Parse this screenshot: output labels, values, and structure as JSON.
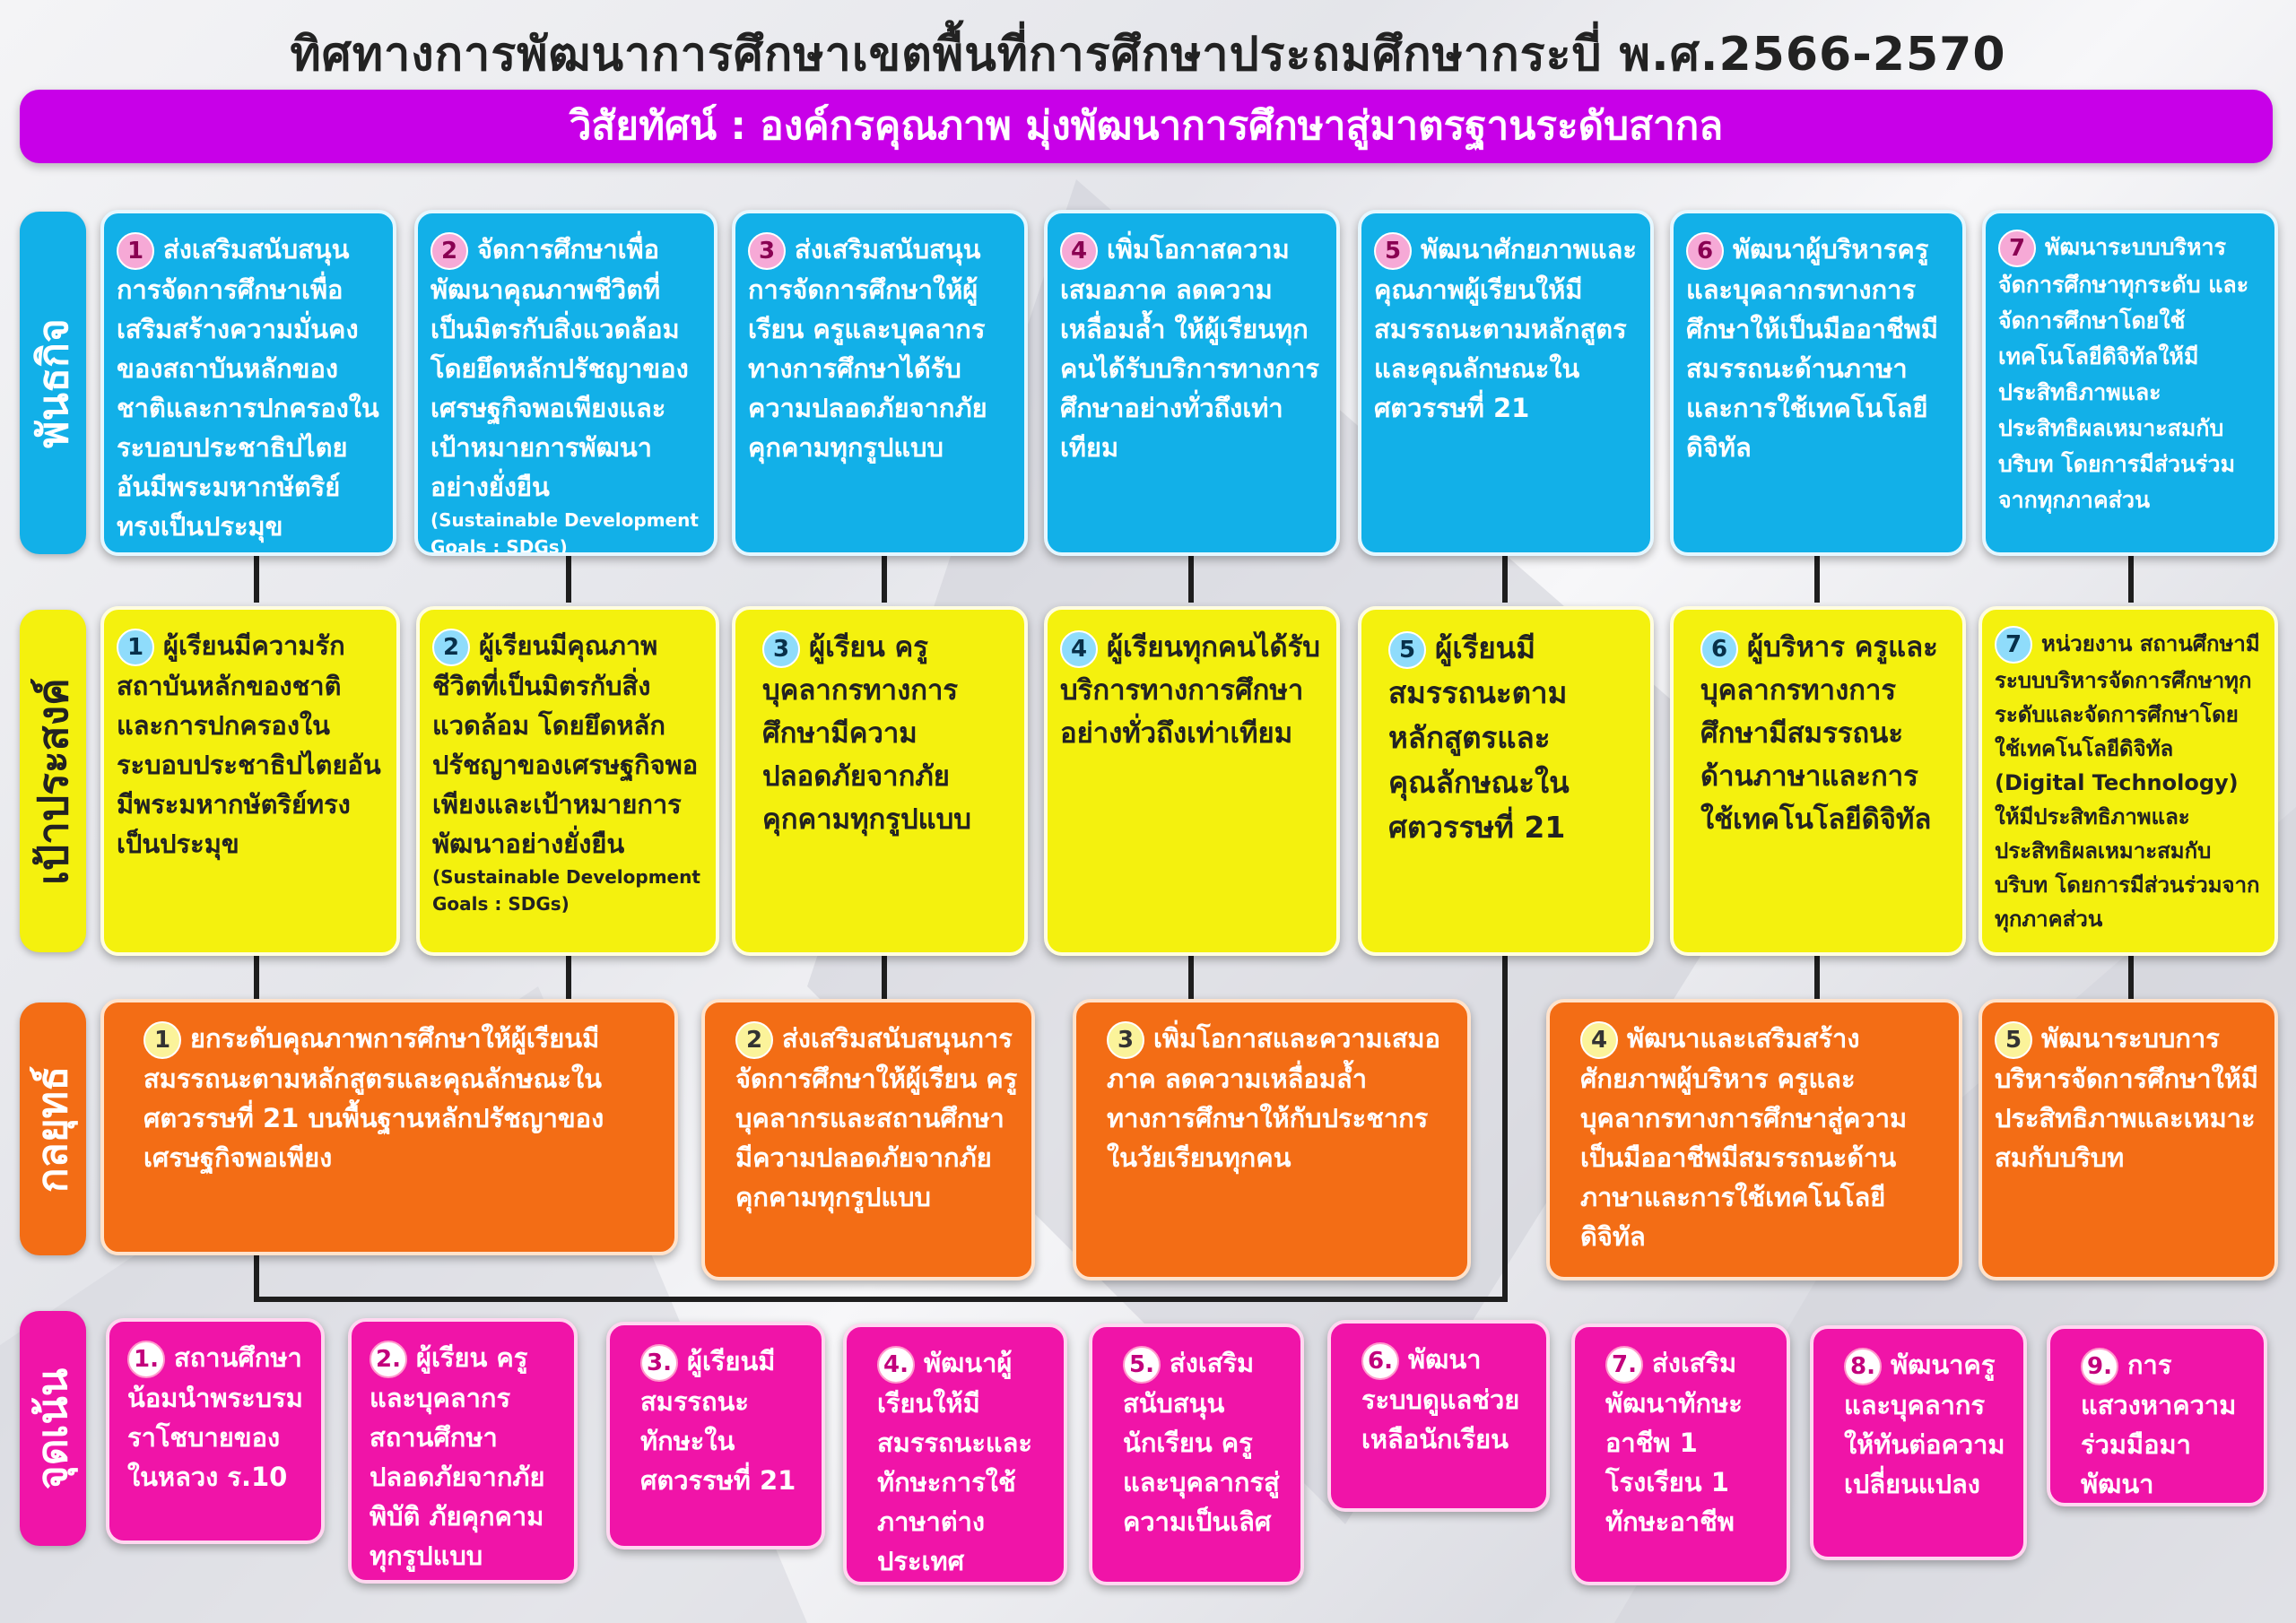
{
  "title": "ทิศทางการพัฒนาการศึกษาเขตพื้นที่การศึกษาประถมศึกษากระบี่ พ.ศ.2566-2570",
  "vision": "วิสัยทัศน์ :  องค์กรคุณภาพ มุ่งพัฒนาการศึกษาสู่มาตรฐานระดับสากล",
  "rows": {
    "mission": "พันธกิจ",
    "goal": "เป้าประสงค์",
    "strategy": "กลยุทธ์",
    "focus": "จุดเน้น"
  },
  "missions": [
    {
      "num": "1",
      "text": "ส่งเสริมสนับสนุนการจัดการศึกษาเพื่อเสริมสร้างความมั่นคงของสถาบันหลักของชาติและการปกครองในระบอบประชาธิปไตยอันมีพระมหากษัตริย์ทรงเป็นประมุข"
    },
    {
      "num": "2",
      "text": "จัดการศึกษาเพื่อพัฒนาคุณภาพชีวิตที่เป็นมิตรกับสิ่งแวดล้อมโดยยึดหลักปรัชญาของเศรษฐกิจพอเพียงและเป้าหมายการพัฒนาอย่างยั่งยืน",
      "note": "(Sustainable Development Goals : SDGs)"
    },
    {
      "num": "3",
      "text": "ส่งเสริมสนับสนุนการจัดการศึกษาให้ผู้เรียน ครูและบุคลากรทางการศึกษาได้รับความปลอดภัยจากภัยคุกคามทุกรูปแบบ"
    },
    {
      "num": "4",
      "text": "เพิ่มโอกาสความเสมอภาค ลดความเหลื่อมล้ำ ให้ผู้เรียนทุกคนได้รับบริการทางการศึกษาอย่างทั่วถึงเท่าเทียม"
    },
    {
      "num": "5",
      "text": "พัฒนาศักยภาพและคุณภาพผู้เรียนให้มีสมรรถนะตามหลักสูตรและคุณลักษณะในศตวรรษที่ 21"
    },
    {
      "num": "6",
      "text": "พัฒนาผู้บริหารครูและบุคลากรทางการศึกษาให้เป็นมืออาชีพมีสมรรถนะด้านภาษาและการใช้เทคโนโลยีดิจิทัล"
    },
    {
      "num": "7",
      "text": "พัฒนาระบบบริหารจัดการศึกษาทุกระดับ และจัดการศึกษาโดยใช้เทคโนโลยีดิจิทัลให้มีประสิทธิภาพและประสิทธิผลเหมาะสมกับบริบท โดยการมีส่วนร่วมจากทุกภาคส่วน"
    }
  ],
  "goals": [
    {
      "num": "1",
      "text": "ผู้เรียนมีความรักสถาบันหลักของชาติและการปกครองในระบอบประชาธิปไตยอันมีพระมหากษัตริย์ทรงเป็นประมุข"
    },
    {
      "num": "2",
      "text": "ผู้เรียนมีคุณภาพชีวิตที่เป็นมิตรกับสิ่งแวดล้อม โดยยึดหลักปรัชญาของเศรษฐกิจพอเพียงและเป้าหมายการพัฒนาอย่างยั่งยืน",
      "note": "(Sustainable Development Goals : SDGs)"
    },
    {
      "num": "3",
      "text": "ผู้เรียน ครูบุคลากรทางการศึกษามีความปลอดภัยจากภัยคุกคามทุกรูปแบบ"
    },
    {
      "num": "4",
      "text": "ผู้เรียนทุกคนได้รับบริการทางการศึกษาอย่างทั่วถึงเท่าเทียม"
    },
    {
      "num": "5",
      "text": "ผู้เรียนมีสมรรถนะตามหลักสูตรและคุณลักษณะในศตวรรษที่ 21"
    },
    {
      "num": "6",
      "text": "ผู้บริหาร ครูและบุคลากรทางการศึกษามีสมรรถนะด้านภาษาและการใช้เทคโนโลยีดิจิทัล"
    },
    {
      "num": "7",
      "text": "หน่วยงาน สถานศึกษามีระบบบริหารจัดการศึกษาทุกระดับและจัดการศึกษาโดยใช้เทคโนโลยีดิจิทัล (Digital Technology) ให้มีประสิทธิภาพและประสิทธิผลเหมาะสมกับบริบท โดยการมีส่วนร่วมจากทุกภาคส่วน"
    }
  ],
  "strategies": [
    {
      "num": "1",
      "text": "ยกระดับคุณภาพการศึกษาให้ผู้เรียนมีสมรรถนะตามหลักสูตรและคุณลักษณะในศตวรรษที่ 21  บนพื้นฐานหลักปรัชญาของเศรษฐกิจพอเพียง"
    },
    {
      "num": "2",
      "text": "ส่งเสริมสนับสนุนการจัดการศึกษาให้ผู้เรียน ครูบุคลากรและสถานศึกษามีความปลอดภัยจากภัยคุกคามทุกรูปแบบ"
    },
    {
      "num": "3",
      "text": "เพิ่มโอกาสและความเสมอภาค ลดความเหลื่อมล้ำทางการศึกษาให้กับประชากรในวัยเรียนทุกคน"
    },
    {
      "num": "4",
      "text": "พัฒนาและเสริมสร้างศักยภาพผู้บริหาร ครูและบุคลากรทางการศึกษาสู่ความเป็นมืออาชีพมีสมรรถนะด้านภาษาและการใช้เทคโนโลยีดิจิทัล"
    },
    {
      "num": "5",
      "text": "พัฒนาระบบการบริหารจัดการศึกษาให้มีประสิทธิภาพและเหมาะสมกับบริบท"
    }
  ],
  "focus": [
    {
      "num": "1.",
      "text": "สถานศึกษาน้อมนำพระบรมราโชบายของในหลวง ร.10"
    },
    {
      "num": "2.",
      "text": "ผู้เรียน ครูและบุคลากร สถานศึกษา ปลอดภัยจากภัยพิบัติ ภัยคุกคามทุกรูปแบบ"
    },
    {
      "num": "3.",
      "text": "ผู้เรียนมีสมรรถนะทักษะในศตวรรษที่ 21"
    },
    {
      "num": "4.",
      "text": "พัฒนาผู้เรียนให้มีสมรรถนะและทักษะการใช้ภาษาต่างประเทศ"
    },
    {
      "num": "5.",
      "text": "ส่งเสริมสนับสนุนนักเรียน ครูและบุคลากรสู่ความเป็นเลิศ"
    },
    {
      "num": "6.",
      "text": "พัฒนาระบบดูแลช่วยเหลือนักเรียน"
    },
    {
      "num": "7.",
      "text": "ส่งเสริมพัฒนาทักษะอาชีพ 1 โรงเรียน 1 ทักษะอาชีพ"
    },
    {
      "num": "8.",
      "text": "พัฒนาครูและบุคลากรให้ทันต่อความเปลี่ยนแปลง"
    },
    {
      "num": "9.",
      "text": "การแสวงหาความร่วมมือมาพัฒนา"
    }
  ]
}
